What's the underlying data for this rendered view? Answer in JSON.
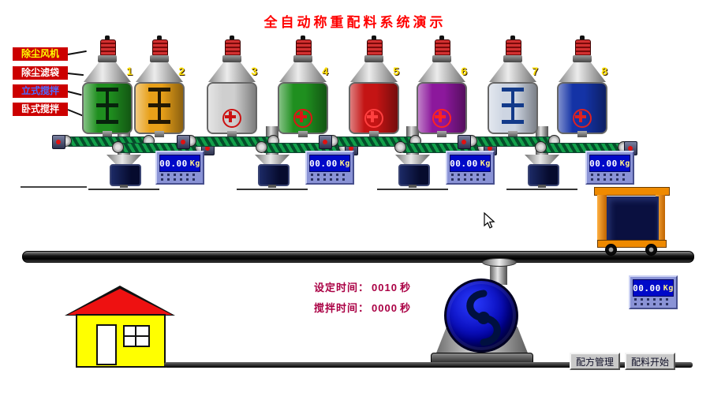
{
  "title": "全自动称重配料系统演示",
  "colors": {
    "title": "#ff0000",
    "legend_bg": "#cc0000",
    "time_text": "#aa0044"
  },
  "legend": {
    "items": [
      {
        "label": "除尘风机",
        "color": "#ffff00"
      },
      {
        "label": "除尘滤袋",
        "color": "#ffffff"
      },
      {
        "label": "立式搅拌",
        "color": "#4d6bff"
      },
      {
        "label": "卧式搅拌",
        "color": "#ffffff"
      }
    ]
  },
  "tanks": [
    {
      "number": "1",
      "fill": "#1f8f1f",
      "gauge_color": "#07230c"
    },
    {
      "number": "2",
      "fill": "#e8a019",
      "gauge_color": "#231803"
    },
    {
      "number": "3",
      "fill": "#cfcfcf",
      "gauge_color": "#cc1111"
    },
    {
      "number": "4",
      "fill": "#1f8f1f",
      "gauge_color": "#dd1515"
    },
    {
      "number": "5",
      "fill": "#c41414",
      "gauge_color": "#ff4040"
    },
    {
      "number": "6",
      "fill": "#8c189c",
      "gauge_color": "#ff2222"
    },
    {
      "number": "7",
      "fill": "#cdd5e2",
      "gauge_color": "#123a8a"
    },
    {
      "number": "8",
      "fill": "#1433a6",
      "gauge_color": "#dd2222"
    }
  ],
  "scales": [
    {
      "value": "00.00",
      "unit": "Kg"
    },
    {
      "value": "00.00",
      "unit": "Kg"
    },
    {
      "value": "00.00",
      "unit": "Kg"
    },
    {
      "value": "00.00",
      "unit": "Kg"
    }
  ],
  "right_scale": {
    "value": "00.00",
    "unit": "Kg"
  },
  "timers": {
    "set_label": "设定时间：",
    "set_value": "0010",
    "set_unit": "秒",
    "mix_label": "搅拌时间：",
    "mix_value": "0000",
    "mix_unit": "秒"
  },
  "buttons": {
    "recipe": "配方管理",
    "start": "配料开始"
  }
}
